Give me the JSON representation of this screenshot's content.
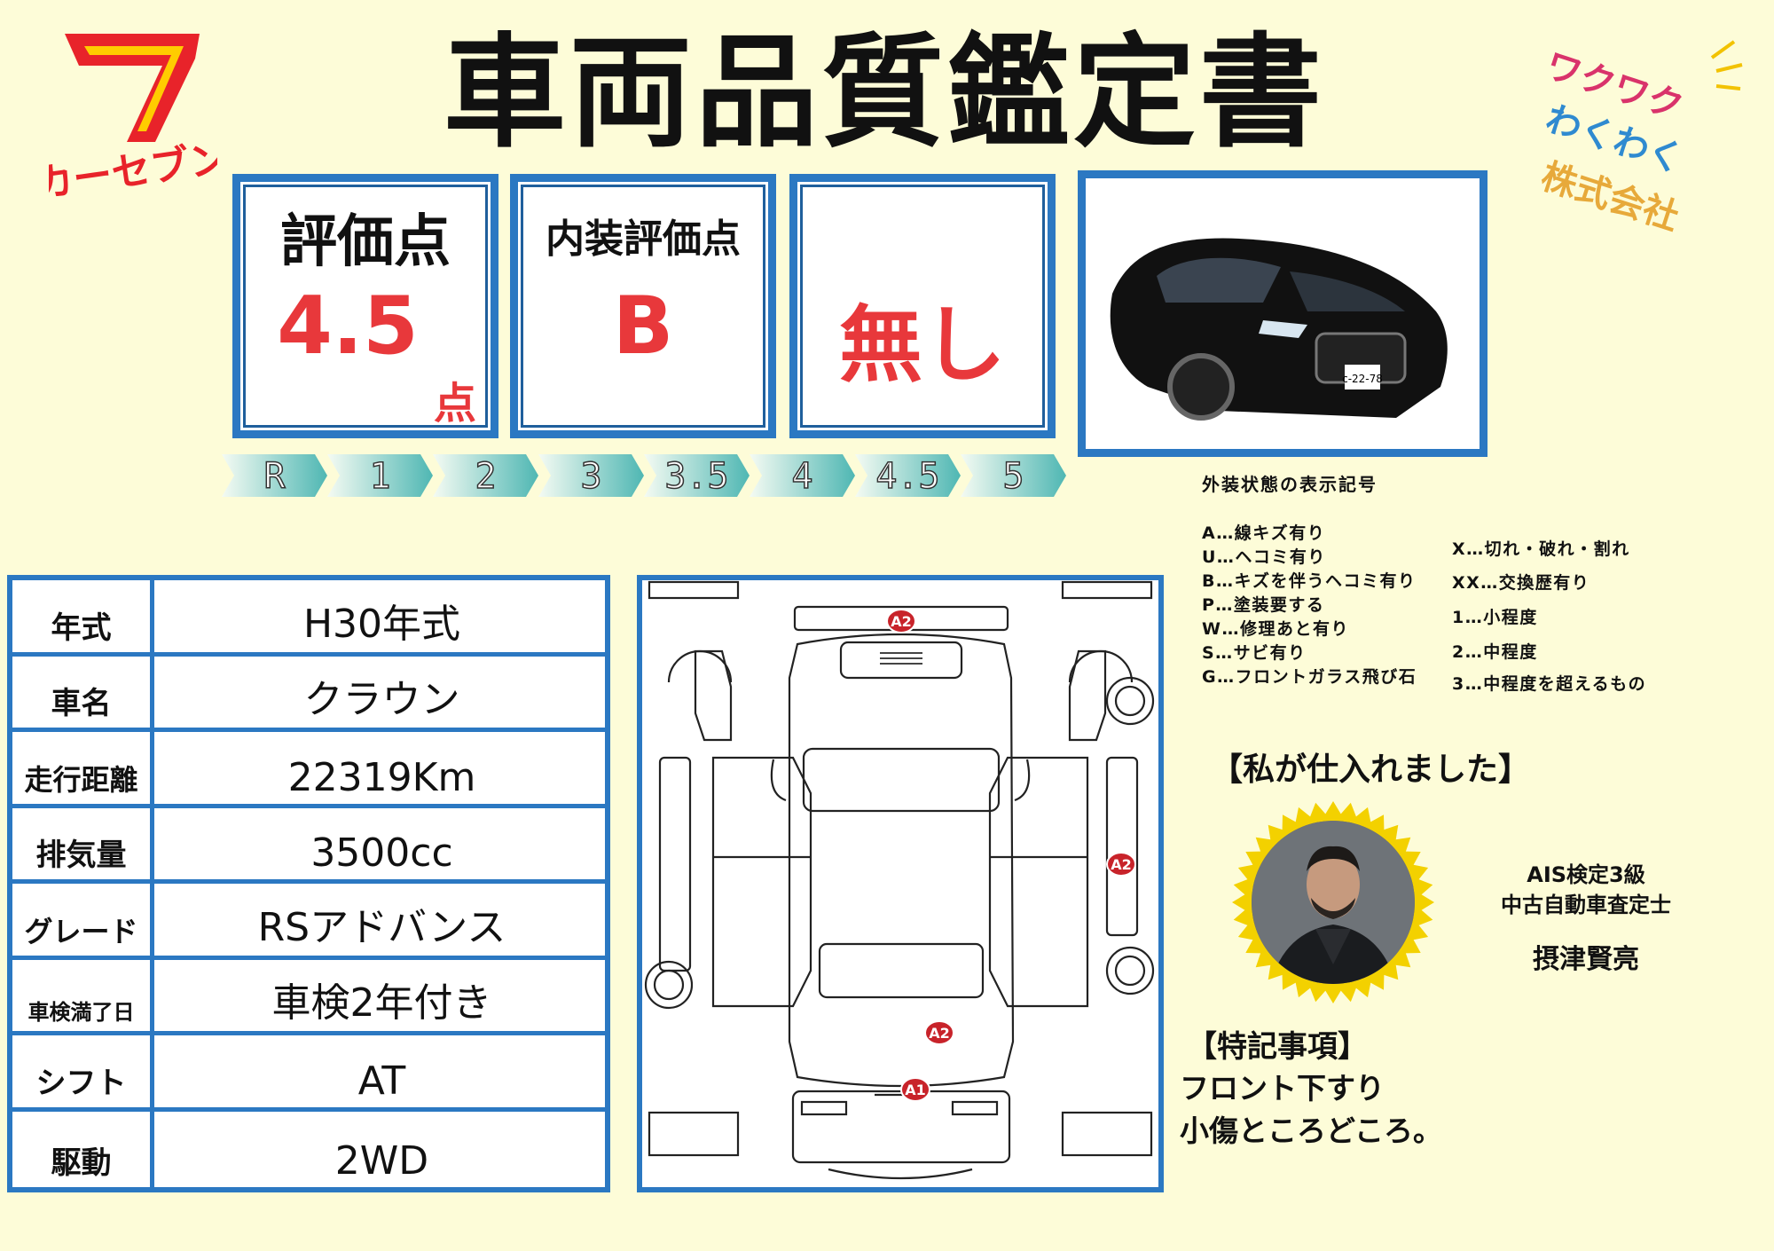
{
  "title": "車両品質鑑定書",
  "brand_logo": {
    "text": "カーセブン",
    "digit": "7"
  },
  "company_logo": {
    "line1": "ワクワク",
    "line2": "わくわく",
    "line3": "株式会社"
  },
  "scores": {
    "overall": {
      "label": "評価点",
      "value": "4.5",
      "unit": "点"
    },
    "interior": {
      "label": "内装評価点",
      "value": "B"
    },
    "accident": {
      "value": "無し"
    }
  },
  "scale": [
    "R",
    "1",
    "2",
    "3",
    "3.5",
    "4",
    "4.5",
    "5"
  ],
  "car_photo": {
    "icon": "car-photo",
    "plate": "c-22-78"
  },
  "specs": [
    {
      "key": "年式",
      "value": "H30年式"
    },
    {
      "key": "車名",
      "value": "クラウン"
    },
    {
      "key": "走行距離",
      "value": "22319Km"
    },
    {
      "key": "排気量",
      "value": "3500cc"
    },
    {
      "key": "グレード",
      "value": "RSアドバンス"
    },
    {
      "key": "車検満了日",
      "value": "車検2年付き"
    },
    {
      "key": "シフト",
      "value": "AT"
    },
    {
      "key": "駆動",
      "value": "2WD"
    }
  ],
  "damage_marks": [
    "A2",
    "A2",
    "A2",
    "A1"
  ],
  "legend": {
    "title": "外装状態の表示記号",
    "left": [
      "A…線キズ有り",
      "U…ヘコミ有り",
      "B…キズを伴うヘコミ有り",
      "P…塗装要する",
      "W…修理あと有り",
      "S…サビ有り",
      "G…フロントガラス飛び石"
    ],
    "right": [
      "X…切れ・破れ・割れ",
      "XX…交換歴有り",
      "1…小程度",
      "2…中程度",
      "3…中程度を超えるもの"
    ]
  },
  "purchaser": {
    "heading": "【私が仕入れました】",
    "cert1": "AIS検定3級",
    "cert2": "中古自動車査定士",
    "name": "摂津賢亮"
  },
  "notes": {
    "heading": "【特記事項】",
    "lines": [
      "フロント下すり",
      "小傷ところどころ。"
    ]
  },
  "colors": {
    "accent": "#2b78c2",
    "score_red": "#e8383b",
    "background": "#fdfcd8"
  }
}
